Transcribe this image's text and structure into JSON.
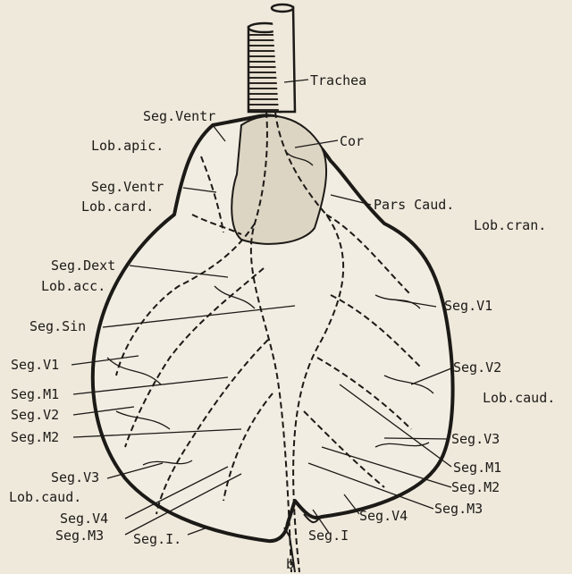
{
  "labels": {
    "trachea": "Trachea",
    "seg_ventr_top": "Seg.Ventr",
    "cor": "Cor",
    "lob_apic": "Lob.apic.",
    "seg_ventr_mid": "Seg.Ventr",
    "pars_caud": "Pars Caud.",
    "lob_card": "Lob.card.",
    "lob_cran": "Lob.cran.",
    "seg_dext": "Seg.Dext",
    "lob_acc": "Lob.acc.",
    "seg_v1_right": "Seg.V1",
    "seg_sin": "Seg.Sin",
    "seg_v1_left": "Seg.V1",
    "seg_v2_right": "Seg.V2",
    "seg_m1_left": "Seg.M1",
    "lob_caud_right": "Lob.caud.",
    "seg_v2_left": "Seg.V2",
    "seg_m2_left": "Seg.M2",
    "seg_v3_right": "Seg.V3",
    "seg_m1_right": "Seg.M1",
    "seg_v3_left": "Seg.V3",
    "seg_m2_right": "Seg.M2",
    "lob_caud_left": "Lob.caud.",
    "seg_m3_right": "Seg.M3",
    "seg_v4_left": "Seg.V4",
    "seg_v4_right": "Seg.V4",
    "seg_m3_left": "Seg.M3",
    "seg_i_left": "Seg.I.",
    "seg_i_right": "Seg.I",
    "panel_letter": "b"
  }
}
